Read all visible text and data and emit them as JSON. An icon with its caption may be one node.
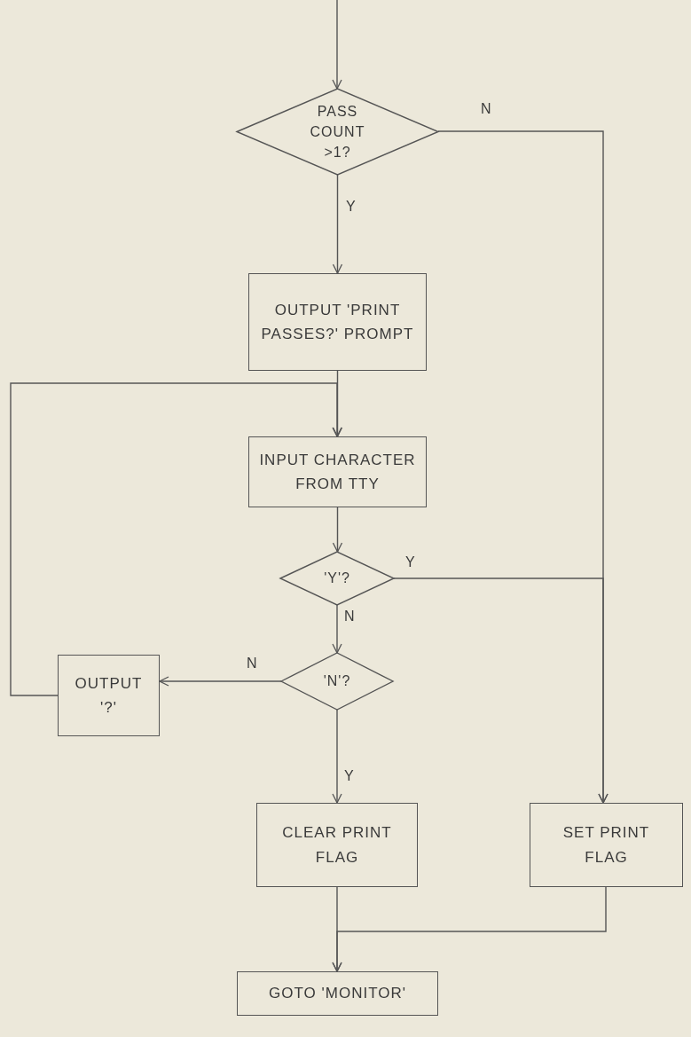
{
  "diagram": {
    "nodes": [
      {
        "text": [
          "PASS COUNT >1?"
        ]
      },
      {
        "text": [
          "OUTPUT 'PRINT PASSES?' PROMPT"
        ]
      },
      {
        "text": [
          "INPUT CHARACTER FROM TTY"
        ]
      },
      {
        "text": [
          "'Y'?"
        ]
      },
      {
        "text": [
          "'N'?"
        ]
      },
      {
        "text": [
          "OUTPUT '?'"
        ]
      },
      {
        "text": [
          "CLEAR PRINT FLAG"
        ]
      },
      {
        "text": [
          "SET PRINT FLAG"
        ]
      },
      {
        "text": [
          "GOTO 'MONITOR'"
        ]
      }
    ],
    "edges": [
      {
        "from": null,
        "to": 0,
        "arrow": "to"
      },
      {
        "from": 0,
        "to": 1,
        "arrow": "to",
        "label": "Y"
      },
      {
        "from": 0,
        "to": 7,
        "arrow": "to",
        "label": "N"
      },
      {
        "from": 1,
        "to": 2,
        "arrow": "to"
      },
      {
        "from": 2,
        "to": 3,
        "arrow": "to"
      },
      {
        "from": 3,
        "to": 7,
        "arrow": "to",
        "label": "Y"
      },
      {
        "from": 3,
        "to": 4,
        "arrow": "to",
        "label": "N"
      },
      {
        "from": 4,
        "to": 5,
        "arrow": "to",
        "label": "N"
      },
      {
        "from": 5,
        "to": 2,
        "arrow": "to"
      },
      {
        "from": 4,
        "to": 6,
        "arrow": "to",
        "label": "Y"
      },
      {
        "from": 6,
        "to": 8,
        "arrow": "to"
      },
      {
        "from": 7,
        "to": 8,
        "arrow": "to"
      }
    ]
  }
}
